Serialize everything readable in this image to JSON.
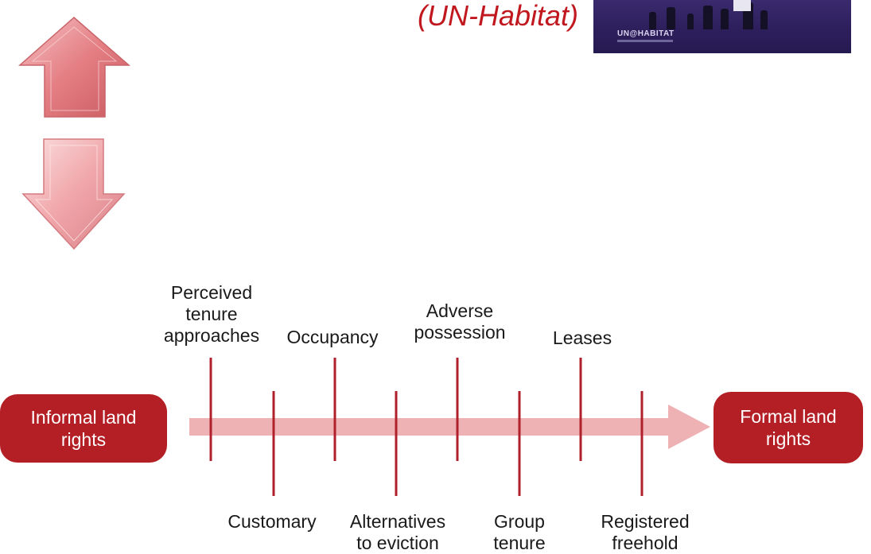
{
  "header": {
    "source": "(UN-Habitat)",
    "source_color": "#c0181e",
    "cover_logo": "UN@HABITAT"
  },
  "icons": {
    "up_arrow": "up-arrow-icon",
    "down_arrow": "down-arrow-icon",
    "arrow_color": "#e8868a"
  },
  "continuum": {
    "left_endpoint": "Informal land\nrights",
    "right_endpoint": "Formal land\nrights",
    "endpoint_color": "#b31f24",
    "arrow_color": "#eeb2b5",
    "tick_color": "#b0202a",
    "terms_above": [
      "Perceived\ntenure\napproaches",
      "Occupancy",
      "Adverse\npossession",
      "Leases"
    ],
    "terms_below": [
      "Customary",
      "Alternatives\nto eviction",
      "Group\ntenure",
      "Registered\nfreehold"
    ]
  }
}
